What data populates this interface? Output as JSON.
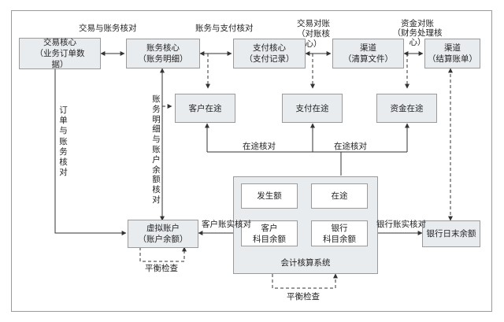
{
  "nodes": {
    "order_core": "交易核心\n（业务订单数\n据）",
    "account_core": "账务核心\n（账务明细）",
    "payment_core": "支付核心\n（支付记录）",
    "channel_file": "渠道\n（清算文件）",
    "channel_bill": "渠道\n（结算账单）",
    "customer_transit": "客户在途",
    "payment_transit": "支付在途",
    "fund_transit": "资金在途",
    "virtual_account": "虚拟账户\n（账户余额）",
    "accounting_system": "会计核算系统",
    "occurrence": "发生额",
    "in_transit": "在途",
    "customer_subject": "客户\n科目余额",
    "bank_subject": "银行\n科目余额",
    "bank_balance": "银行日末余额"
  },
  "labels": {
    "trade_account_check": "交易与账务核对",
    "account_payment_check": "账务与支付核对",
    "trade_reconcile": "交易对账\n（对账核心）",
    "fund_reconcile": "资金对账\n（财务处理核\n心）",
    "order_account_check": "订单与账务核对",
    "detail_balance_check": "账务明细与账户余额核对",
    "transit_check_left": "在途核对",
    "transit_check_right": "在途核对",
    "customer_real_check": "客户账实核对",
    "bank_real_check": "银行账实核对",
    "balance_check_left": "平衡检查",
    "balance_check_bottom": "平衡检查"
  },
  "colors": {
    "box_fill": "#e9ecef",
    "border": "#9a9a9a",
    "line": "#333333"
  }
}
